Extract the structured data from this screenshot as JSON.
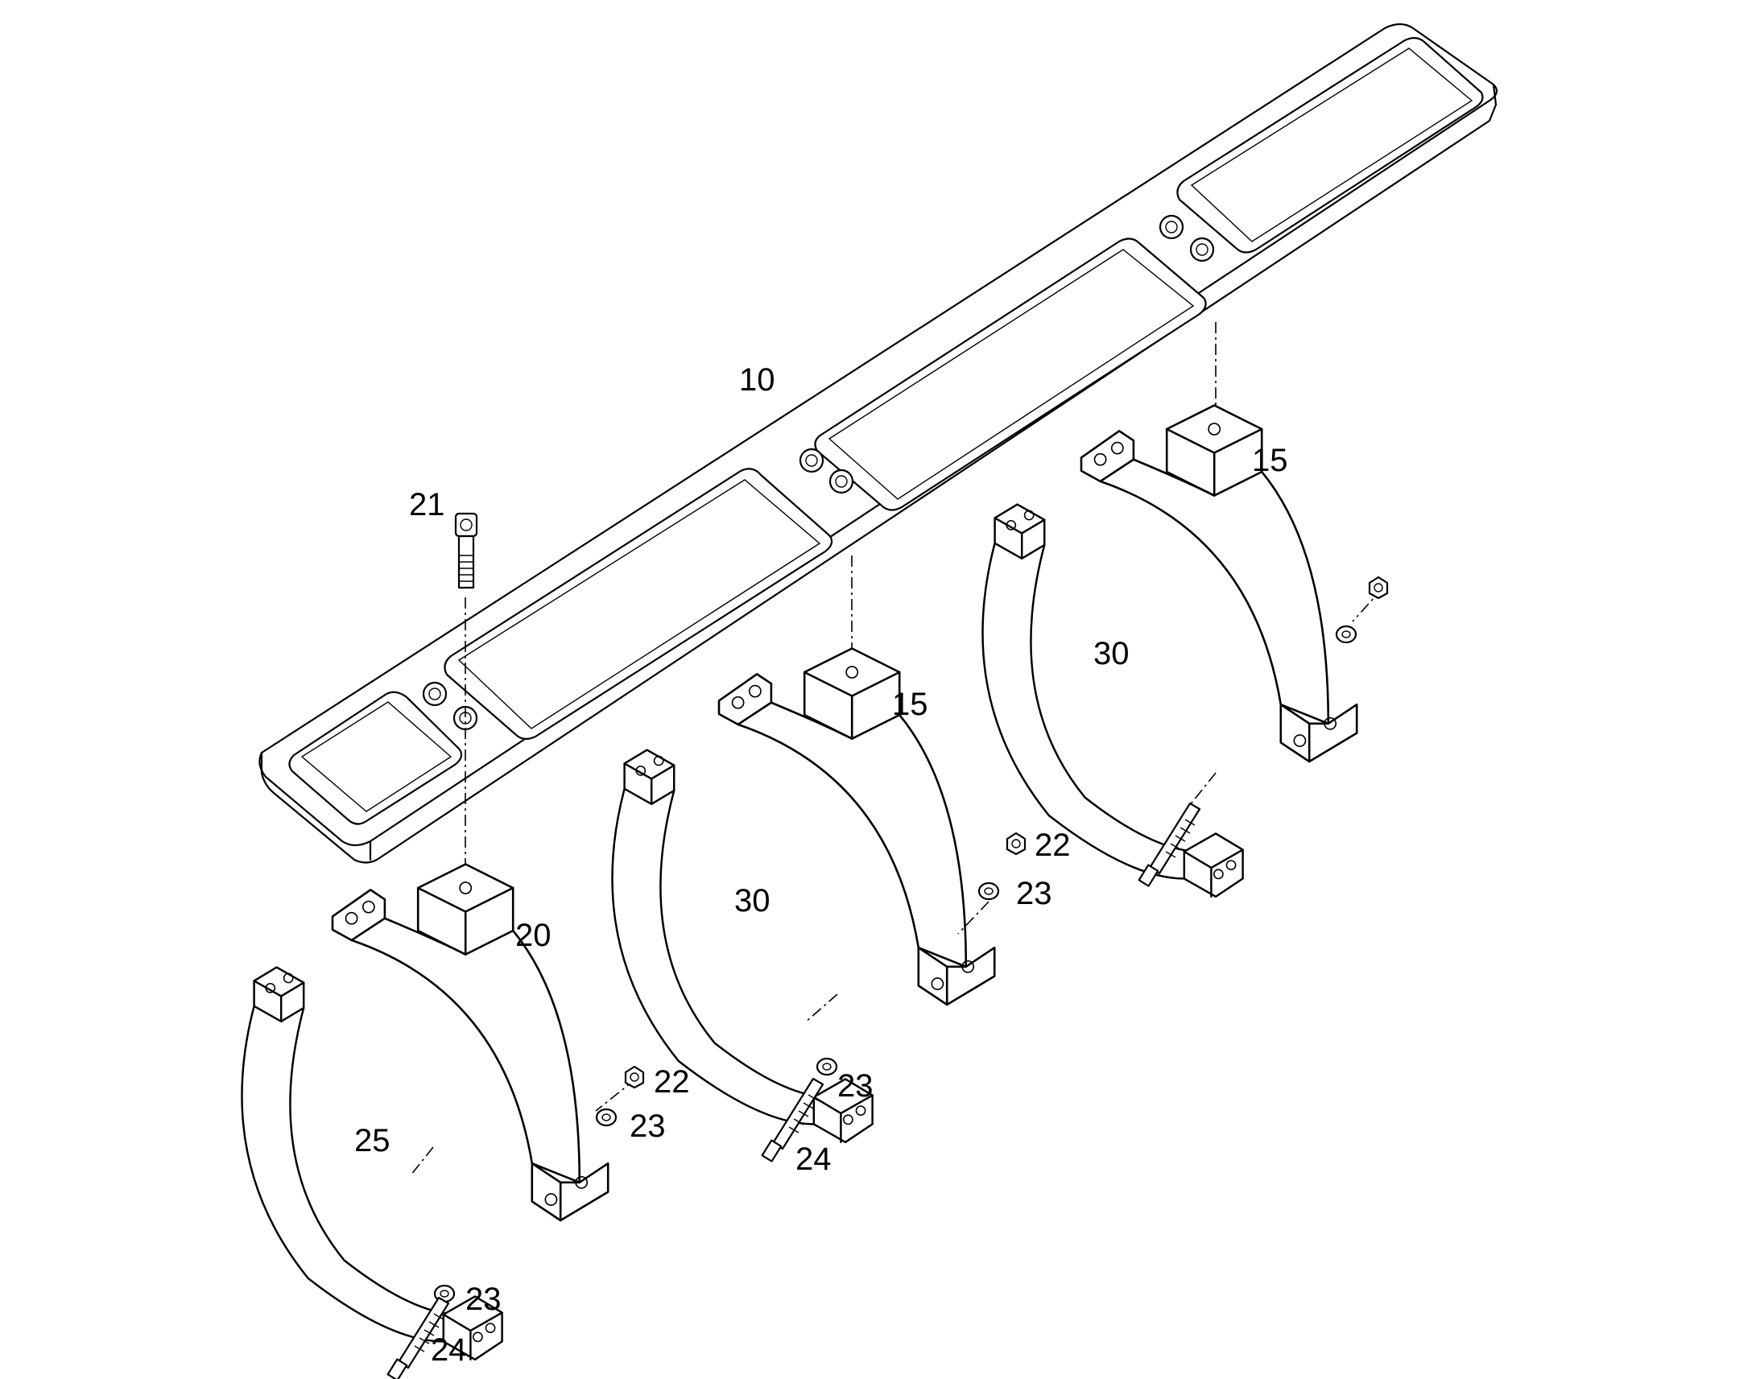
{
  "callouts": {
    "c10": "10",
    "c15a": "15",
    "c15b": "15",
    "c20": "20",
    "c21": "21",
    "c22a": "22",
    "c22b": "22",
    "c23a": "23",
    "c23b": "23",
    "c23c": "23",
    "c23d": "23",
    "c24a": "24",
    "c24b": "24",
    "c25": "25",
    "c30a": "30",
    "c30b": "30"
  }
}
